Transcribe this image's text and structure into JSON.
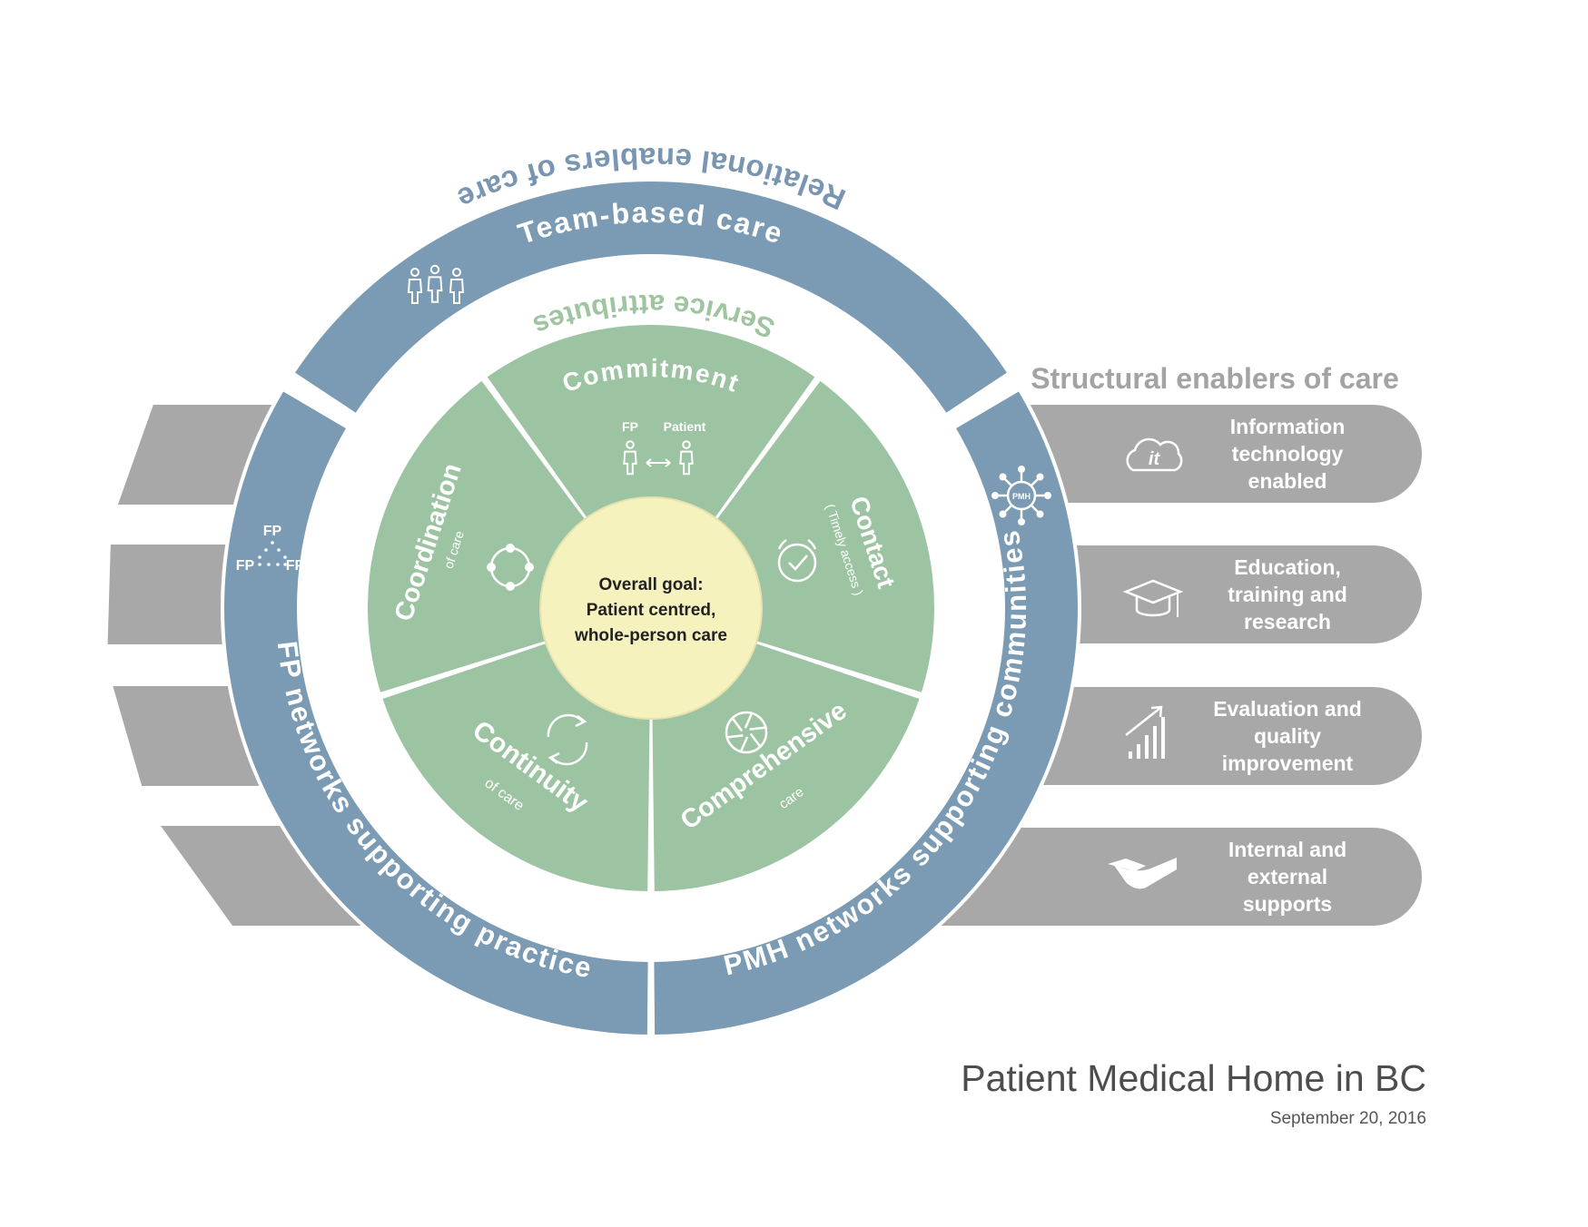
{
  "colors": {
    "blue_ring": "#7a9bb3",
    "blue_text": "#7896b1",
    "green_sector": "#9dc4a2",
    "green_text": "#9ec59f",
    "center_fill": "#f5f2be",
    "gray_tab": "#a8a8a8",
    "gray_text": "#a3a3a3",
    "white": "#ffffff"
  },
  "outer_ring": {
    "segments": [
      {
        "label": "Team-based care",
        "icon": "team-people-icon"
      },
      {
        "label": "FP networks supporting practice",
        "icon": "fp-network-triangle-icon"
      },
      {
        "label": "PMH networks supporting communities",
        "icon": "pmh-network-icon"
      }
    ],
    "caption": "Relational enablers of care"
  },
  "fp_network_icon_labels": [
    "FP",
    "FP",
    "FP"
  ],
  "pmh_icon_label": "PMH",
  "sectors": [
    {
      "label": "Commitment",
      "sublabel": "",
      "icon": "fp-patient-icon"
    },
    {
      "label": "Contact",
      "sublabel": "( Timely access )",
      "icon": "alarm-clock-icon"
    },
    {
      "label": "Comprehensive",
      "sublabel": "care",
      "icon": "segmented-circle-icon"
    },
    {
      "label": "Continuity",
      "sublabel": "of care",
      "icon": "refresh-arrows-icon"
    },
    {
      "label": "Coordination",
      "sublabel": "of care",
      "icon": "cycle-dots-icon"
    }
  ],
  "commitment_icon_labels": {
    "left": "FP",
    "right": "Patient"
  },
  "center": {
    "lines": [
      "Overall goal:",
      "Patient centred,",
      "whole-person care"
    ]
  },
  "service_caption": "Service attributes",
  "structural": {
    "title": "Structural enablers of care",
    "tabs": [
      {
        "lines": [
          "Information",
          "technology",
          "enabled"
        ],
        "icon": "it-cloud-icon"
      },
      {
        "lines": [
          "Education,",
          "training and",
          "research"
        ],
        "icon": "graduation-cap-icon"
      },
      {
        "lines": [
          "Evaluation and",
          "quality",
          "improvement"
        ],
        "icon": "growth-chart-icon"
      },
      {
        "lines": [
          "Internal and",
          "external",
          "supports"
        ],
        "icon": "helping-hand-icon"
      }
    ]
  },
  "footer": {
    "title": "Patient Medical Home in BC",
    "date": "September 20, 2016"
  }
}
